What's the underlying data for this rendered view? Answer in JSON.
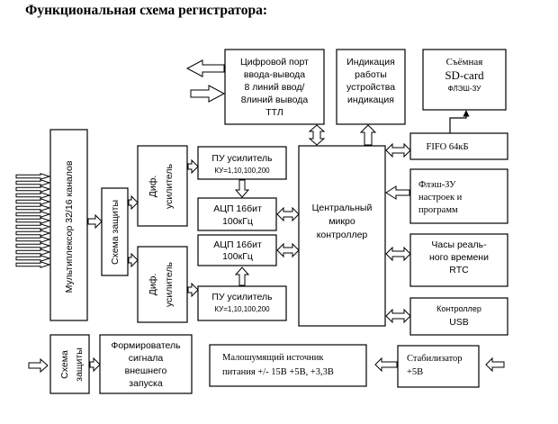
{
  "title": "Функциональная схема регистратора:",
  "blocks": {
    "digital_port": [
      "Цифровой порт",
      "ввода-вывода",
      "8 линий ввод/",
      "8линий вывода",
      "ТТЛ"
    ],
    "indication": [
      "Индикация",
      "работы",
      "устройства",
      "индикация"
    ],
    "sdcard": {
      "title1": "Съёмная",
      "title2": "SD-card",
      "sub": "ФЛЭШ-ЗУ"
    },
    "fifo": "FIFO 64кБ",
    "flash": [
      "Флэш-ЗУ",
      "настроек и",
      "программ"
    ],
    "rtc": [
      "Часы реаль-",
      "ного времени",
      "RTC"
    ],
    "usb": [
      "Контроллер",
      "USB"
    ],
    "stabilizer": [
      "Стабилизатор",
      "+5В"
    ],
    "power": [
      "Малошумящий источник",
      "питания +/- 15В +5В, +3,3В"
    ],
    "cpu": [
      "Центральный",
      "микро",
      "контроллер"
    ],
    "mux": "Мультиплексор  32/16  каналов",
    "protect_top": "Схема защиты",
    "protect_bottom": [
      "Схема",
      "защиты"
    ],
    "diff_top": [
      "Диф.",
      "усилитель"
    ],
    "diff_bottom": [
      "Диф.",
      "усилитель"
    ],
    "pga_top": {
      "title": "ПУ усилитель",
      "gains": "КУ=1,10,100,200"
    },
    "pga_bottom": {
      "title": "ПУ усилитель",
      "gains": "КУ=1,10,100,200"
    },
    "adc_top": [
      "АЦП 16бит",
      "100кГц"
    ],
    "adc_bottom": [
      "АЦП 16бит",
      "100кГц"
    ],
    "trigger": [
      "Формирователь",
      "сигнала",
      "внешнего",
      "запуска"
    ]
  }
}
